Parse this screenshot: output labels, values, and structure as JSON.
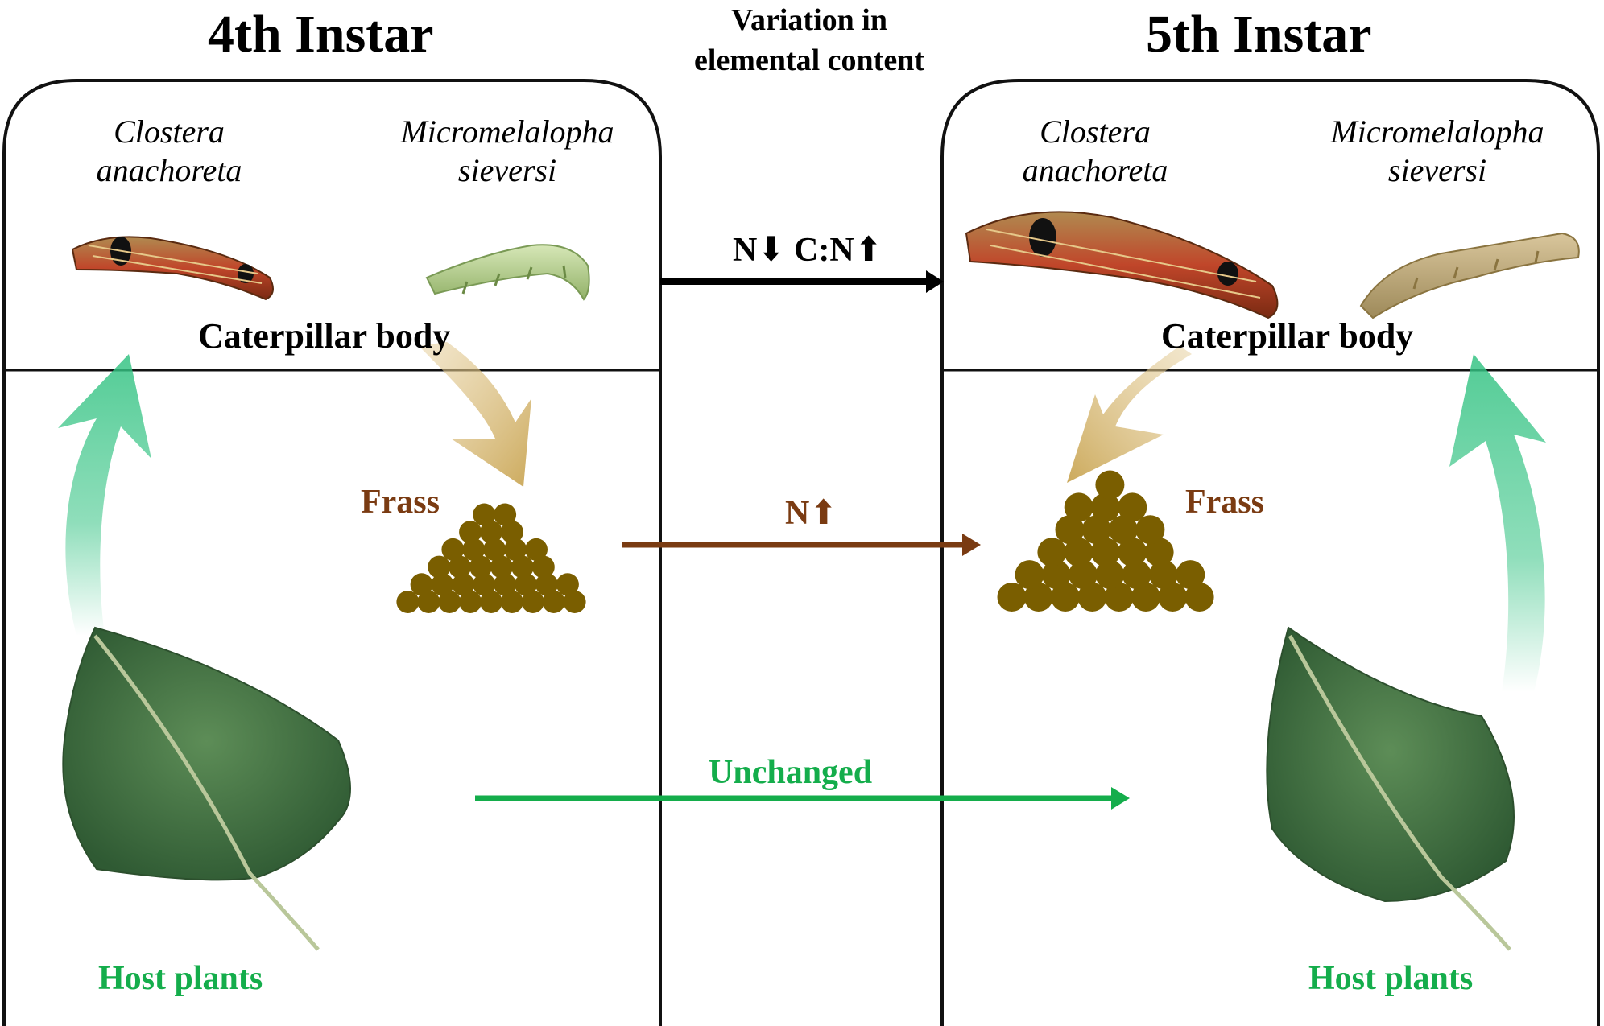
{
  "header": {
    "left_title": "4th Instar",
    "right_title": "5th Instar",
    "variation_line1": "Variation in",
    "variation_line2": "elemental content"
  },
  "panel_4th": {
    "species_1_line1": "Clostera",
    "species_1_line2": "anachoreta",
    "species_2_line1": "Micromelalopha",
    "species_2_line2": "sieversi",
    "body_label": "Caterpillar body",
    "frass_label": "Frass",
    "host_label": "Host plants"
  },
  "panel_5th": {
    "species_1_line1": "Clostera",
    "species_1_line2": "anachoreta",
    "species_2_line1": "Micromelalopha",
    "species_2_line2": "sieversi",
    "body_label": "Caterpillar body",
    "frass_label": "Frass",
    "host_label": "Host plants"
  },
  "changes": {
    "body_n": "N",
    "body_n_dir": "⬇",
    "body_cn": "C:N",
    "body_cn_dir": "⬆",
    "frass_n": "N",
    "frass_n_dir": "⬆",
    "host_text": "Unchanged"
  },
  "colors": {
    "body_arrow": "#000000",
    "frass_arrow": "#7a3b12",
    "host_arrow": "#14ad4b",
    "frass_pellet": "#7a5e00",
    "leaf": "#3f6e3f",
    "green_up_arrow": "#34c383",
    "tan_arrow": "#d4b36a"
  }
}
